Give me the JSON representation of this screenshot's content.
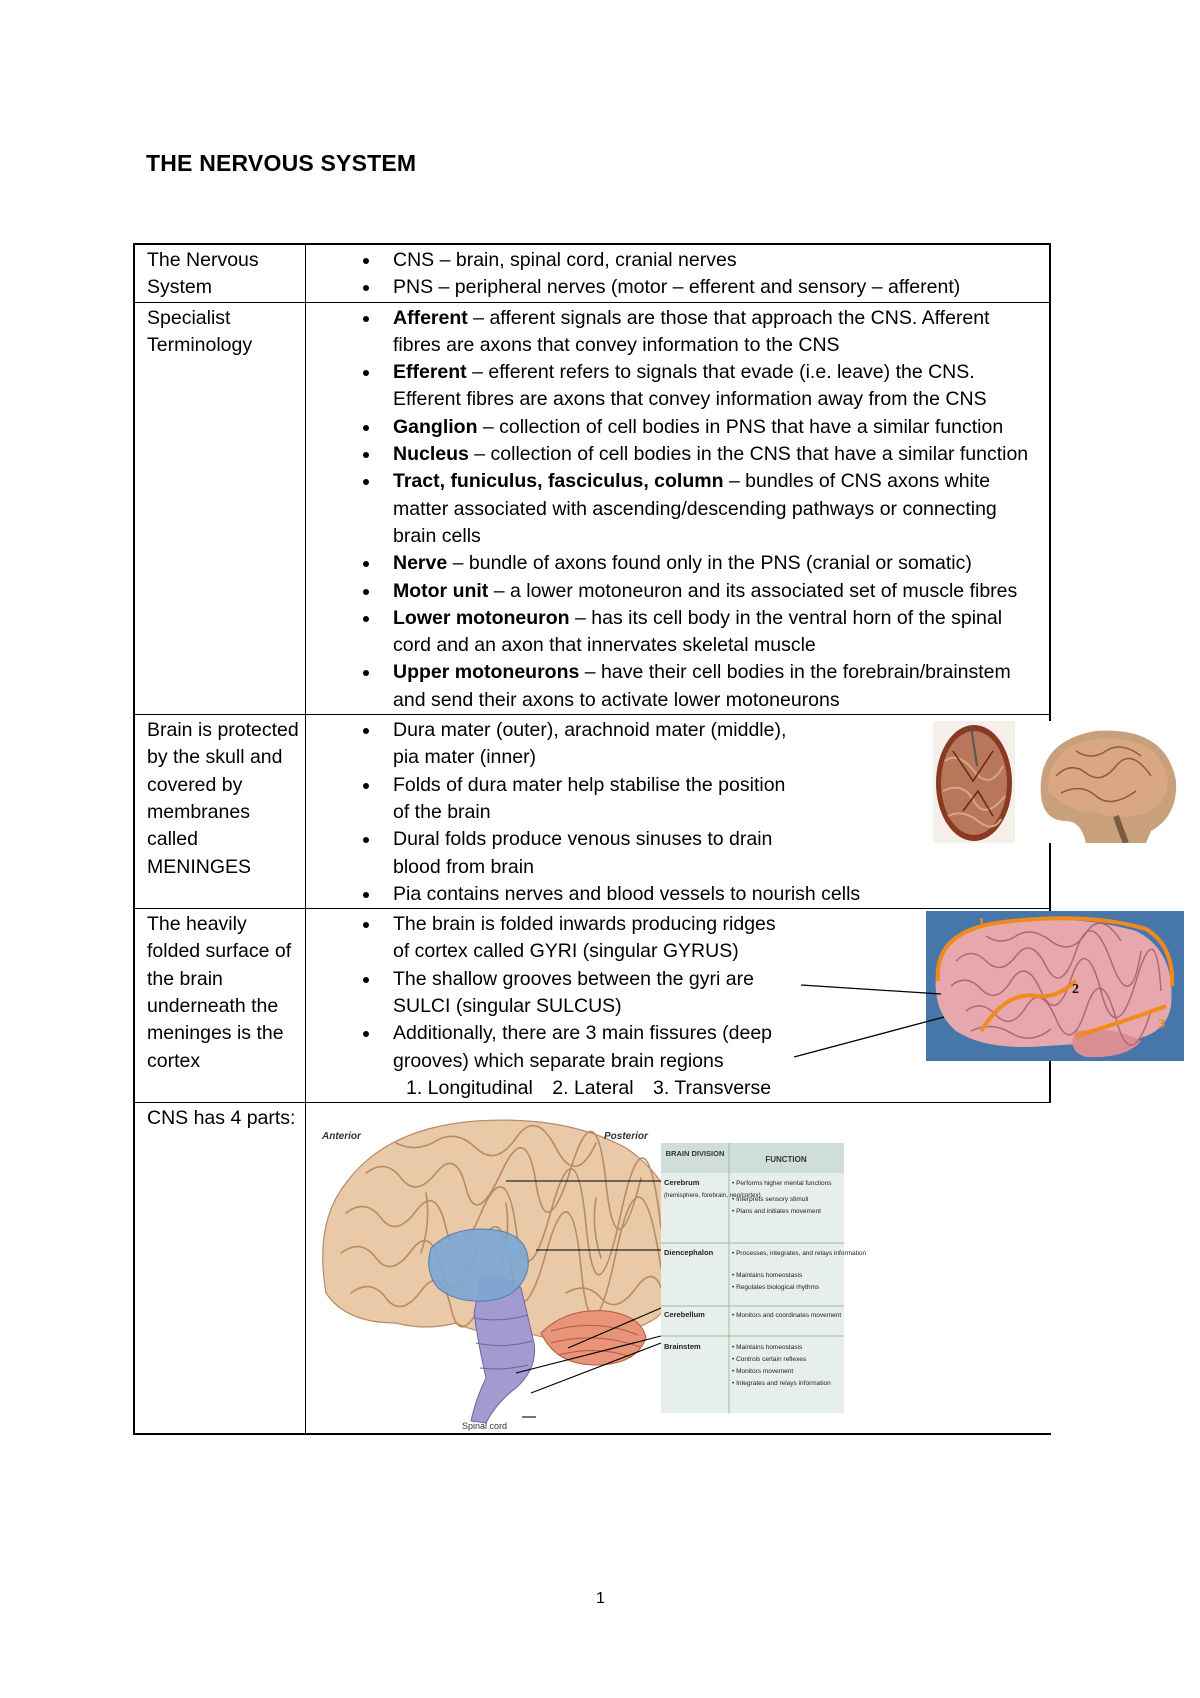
{
  "title": "THE NERVOUS SYSTEM",
  "page_number": "1",
  "rows": [
    {
      "label": "The Nervous System",
      "items": [
        {
          "text": "CNS – brain, spinal cord, cranial nerves"
        },
        {
          "text": "PNS – peripheral nerves (motor – efferent and sensory – afferent)"
        }
      ]
    },
    {
      "label": "Specialist Terminology",
      "items": [
        {
          "term": "Afferent",
          "text": " – afferent signals are those that approach the CNS. Afferent fibres are axons that convey information to the CNS"
        },
        {
          "term": "Efferent",
          "text": " – efferent refers to signals that evade (i.e. leave) the CNS. Efferent fibres are axons that convey information away from the CNS"
        },
        {
          "term": "Ganglion",
          "text": " – collection of cell bodies in PNS that have a similar function"
        },
        {
          "term": "Nucleus",
          "text": " –  collection of cell bodies in the CNS that have a similar function"
        },
        {
          "term": "Tract, funiculus, fasciculus, column",
          "text": " – bundles of CNS axons white matter associated with ascending/descending pathways or connecting brain cells"
        },
        {
          "term": "Nerve",
          "text": " – bundle of axons found only in the PNS (cranial or somatic)"
        },
        {
          "term": "Motor unit",
          "text": " – a lower motoneuron and its associated set of muscle fibres"
        },
        {
          "term": "Lower motoneuron",
          "text": " – has its cell body in the ventral horn of the spinal cord and an axon that innervates skeletal muscle"
        },
        {
          "term": "Upper motoneurons",
          "text": " – have their cell bodies in the forebrain/brainstem and send their axons to activate lower motoneurons"
        }
      ]
    },
    {
      "label": "Brain is protected by the skull and covered by membranes called MENINGES",
      "items": [
        {
          "text": "Dura mater (outer), arachnoid mater (middle), pia mater (inner)"
        },
        {
          "text": "Folds of dura mater help stabilise the position of the brain"
        },
        {
          "text": "Dural folds produce venous sinuses to drain blood from brain"
        },
        {
          "text": "Pia contains nerves and blood vessels to nourish cells"
        }
      ]
    },
    {
      "label": "The heavily folded surface of the brain underneath the meninges is the cortex",
      "items": [
        {
          "text": "The brain is folded inwards producing ridges of cortex called GYRI (singular GYRUS)"
        },
        {
          "text": "The shallow grooves between the gyri are SULCI (singular SULCUS)"
        },
        {
          "text": "Additionally, there are 3 main fissures (deep grooves) which separate brain regions"
        }
      ],
      "fissures": [
        "1.   Longitudinal",
        "2. Lateral",
        "3. Transverse"
      ],
      "figure_labels": [
        "1",
        "2",
        "3"
      ]
    },
    {
      "label": "CNS has 4 parts:",
      "figure": {
        "anterior": "Anterior",
        "posterior": "Posterior",
        "spinal_cord": "Spinal cord",
        "header_division": "BRAIN DIVISION",
        "header_function": "FUNCTION",
        "divisions": [
          {
            "name": "Cerebrum",
            "sub": "(hemisphere, forebrain, neo/cortex)",
            "functions": [
              "• Performs higher mental functions",
              "• Interprets sensory stimuli",
              "• Plans and initiates movement"
            ]
          },
          {
            "name": "Diencephalon",
            "sub": "",
            "functions": [
              "• Processes, integrates, and relays information",
              "• Maintains homeostasis",
              "• Regulates biological rhythms"
            ]
          },
          {
            "name": "Cerebellum",
            "sub": "",
            "functions": [
              "• Monitors and coordinates movement"
            ]
          },
          {
            "name": "Brainstem",
            "sub": "",
            "functions": [
              "• Maintains homeostasis",
              "• Controls certain reflexes",
              "• Monitors movement",
              "• Integrates and relays information"
            ]
          }
        ]
      }
    }
  ],
  "colors": {
    "brain": "#e9c9a8",
    "brain_folds": "#b98a63",
    "diencephalon": "#7ea7d4",
    "cerebellum": "#e79478",
    "brainstem": "#a39ad0",
    "table_bg": "#e6efe9",
    "fissure_line": "#f08a1c"
  }
}
